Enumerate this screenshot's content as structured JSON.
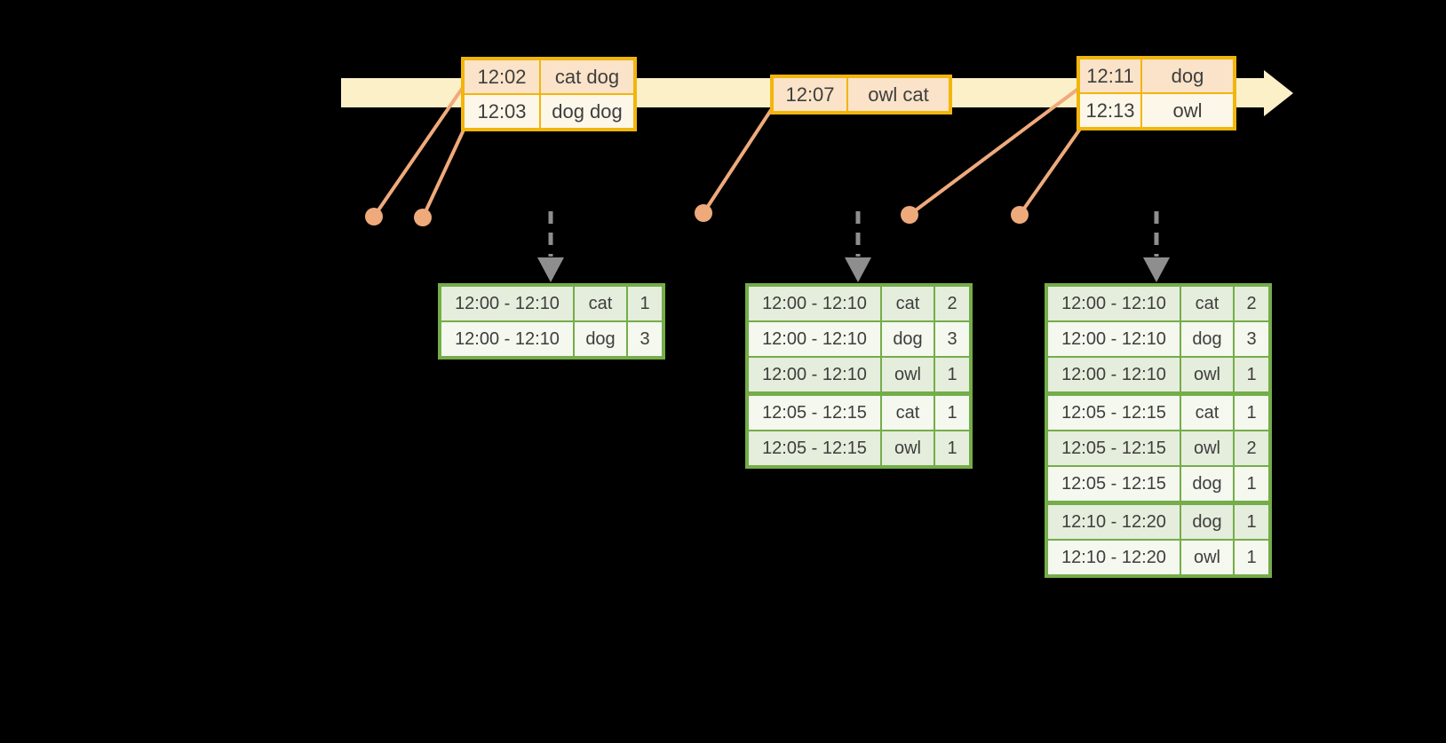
{
  "colors": {
    "bg": "#000000",
    "band": "#FBF0C7",
    "gold": "#F2B50C",
    "peach": "#FAE3C8",
    "cream": "#FDF7E9",
    "salmon": "#EFAA7B",
    "green": "#74AD49",
    "lightgreen": "#E5EDDC",
    "palegreen": "#F4F8EF",
    "gray": "#8E8E8E",
    "text": "#3E3E3E"
  },
  "timeline": {
    "direction": "left-to-right",
    "event_dot_count": 5,
    "trigger_arrow_count": 3
  },
  "event_tables": [
    {
      "rows": [
        [
          "12:02",
          "cat dog"
        ],
        [
          "12:03",
          "dog dog"
        ]
      ]
    },
    {
      "rows": [
        [
          "12:07",
          "owl cat"
        ]
      ]
    },
    {
      "rows": [
        [
          "12:11",
          "dog"
        ],
        [
          "12:13",
          "owl"
        ]
      ]
    }
  ],
  "result_tables": [
    {
      "rows": [
        [
          "12:00 - 12:10",
          "cat",
          "1"
        ],
        [
          "12:00 - 12:10",
          "dog",
          "3"
        ]
      ],
      "group_breaks": []
    },
    {
      "rows": [
        [
          "12:00 - 12:10",
          "cat",
          "2"
        ],
        [
          "12:00 - 12:10",
          "dog",
          "3"
        ],
        [
          "12:00 - 12:10",
          "owl",
          "1"
        ],
        [
          "12:05 - 12:15",
          "cat",
          "1"
        ],
        [
          "12:05 - 12:15",
          "owl",
          "1"
        ]
      ],
      "group_breaks": [
        2
      ]
    },
    {
      "rows": [
        [
          "12:00 - 12:10",
          "cat",
          "2"
        ],
        [
          "12:00 - 12:10",
          "dog",
          "3"
        ],
        [
          "12:00 - 12:10",
          "owl",
          "1"
        ],
        [
          "12:05 - 12:15",
          "cat",
          "1"
        ],
        [
          "12:05 - 12:15",
          "owl",
          "2"
        ],
        [
          "12:05 - 12:15",
          "dog",
          "1"
        ],
        [
          "12:10 - 12:20",
          "dog",
          "1"
        ],
        [
          "12:10 - 12:20",
          "owl",
          "1"
        ]
      ],
      "group_breaks": [
        2,
        5
      ]
    }
  ]
}
